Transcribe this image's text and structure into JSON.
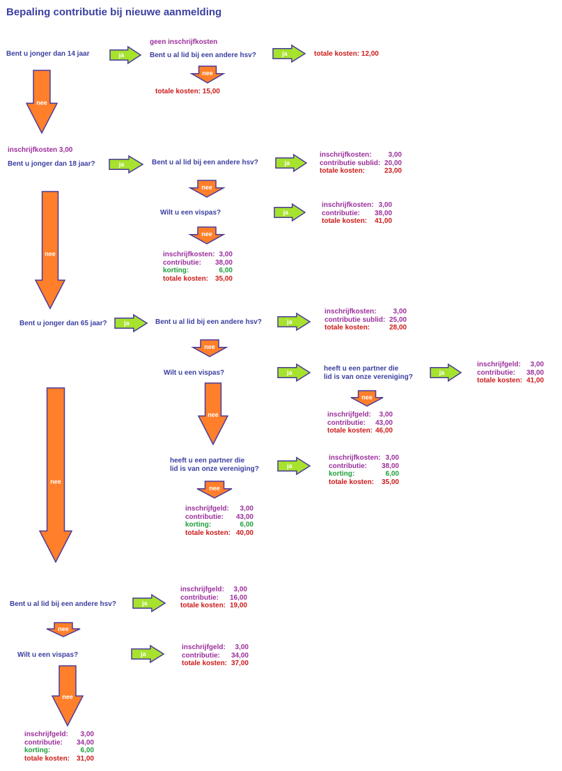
{
  "title": "Bepaling contributie bij nieuwe aanmelding",
  "labels": {
    "ja": "ja",
    "nee": "nee"
  },
  "colors": {
    "arrow_ja": "#a6e22e",
    "arrow_nee": "#ff7f2a",
    "arrow_stroke": "#4a3a9a",
    "question": "#3b3fa0",
    "purple": "#9b2f9b",
    "red": "#cc1a1a",
    "green": "#1f9e3c"
  },
  "s1": {
    "q1": "Bent u jonger dan 14 jaar",
    "note": "geen inschrijfkosten",
    "q2": "Bent u al lid bij een andere hsv?",
    "ja_total": "totale kosten: 12,00",
    "nee_total": "totale kosten: 15,00"
  },
  "s2": {
    "note": "inschrijfkosten 3,00",
    "q1": "Bent u jonger dan 18 jaar?",
    "q2": "Bent u al lid bij een andere hsv?",
    "q3": "Wilt u een vispas?",
    "b1": [
      {
        "label": "inschrijfkosten:",
        "value": "3,00",
        "color": "purple"
      },
      {
        "label": "contributie sublid:",
        "value": "20,00",
        "color": "purple"
      },
      {
        "label": "totale kosten:",
        "value": "23,00",
        "color": "red"
      }
    ],
    "b2": [
      {
        "label": "inschrijfkosten:",
        "value": "3,00",
        "color": "purple"
      },
      {
        "label": "contributie:",
        "value": "38,00",
        "color": "purple"
      },
      {
        "label": "totale kosten:",
        "value": "41,00",
        "color": "red"
      }
    ],
    "b3": [
      {
        "label": "inschrijfkosten:",
        "value": "3,00",
        "color": "purple"
      },
      {
        "label": "contributie:",
        "value": "38,00",
        "color": "purple"
      },
      {
        "label": "korting:",
        "value": "6,00",
        "color": "green"
      },
      {
        "label": "totale kosten:",
        "value": "35,00",
        "color": "red"
      }
    ]
  },
  "s3": {
    "q1": "Bent u jonger dan 65 jaar?",
    "q2": "Bent u al lid bij een andere hsv?",
    "q3": "Wilt u een vispas?",
    "q4_line1": "heeft u een partner die",
    "q4_line2": "lid is van onze vereniging?",
    "q5_line1": "heeft u een partner die",
    "q5_line2": "lid is van onze vereniging?",
    "b1": [
      {
        "label": "inschrijfkosten:",
        "value": "3,00",
        "color": "purple"
      },
      {
        "label": "contributie sublid:",
        "value": "25,00",
        "color": "purple"
      },
      {
        "label": "totale kosten:",
        "value": "28,00",
        "color": "red"
      }
    ],
    "b2": [
      {
        "label": "inschrijfgeld:",
        "value": "3,00",
        "color": "purple"
      },
      {
        "label": "contributie:",
        "value": "38,00",
        "color": "purple"
      },
      {
        "label": "totale kosten:",
        "value": "41,00",
        "color": "red"
      }
    ],
    "b3": [
      {
        "label": "inschrijfgeld:",
        "value": "3,00",
        "color": "purple"
      },
      {
        "label": "contributie:",
        "value": "43,00",
        "color": "purple"
      },
      {
        "label": "totale kosten:",
        "value": "46,00",
        "color": "red"
      }
    ],
    "b4": [
      {
        "label": "inschrijfkosten:",
        "value": "3,00",
        "color": "purple"
      },
      {
        "label": "contributie:",
        "value": "38,00",
        "color": "purple"
      },
      {
        "label": "korting:",
        "value": "6,00",
        "color": "green"
      },
      {
        "label": "totale kosten:",
        "value": "35,00",
        "color": "red"
      }
    ],
    "b5": [
      {
        "label": "inschrijfgeld:",
        "value": "3,00",
        "color": "purple"
      },
      {
        "label": "contributie:",
        "value": "43,00",
        "color": "purple"
      },
      {
        "label": "korting:",
        "value": "6,00",
        "color": "green"
      },
      {
        "label": "totale kosten:",
        "value": "40,00",
        "color": "red"
      }
    ]
  },
  "s4": {
    "q1": "Bent u al lid bij een andere hsv?",
    "q2": "Wilt u een vispas?",
    "b1": [
      {
        "label": "inschrijfgeld:",
        "value": "3,00",
        "color": "purple"
      },
      {
        "label": "contributie:",
        "value": "16,00",
        "color": "purple"
      },
      {
        "label": "totale kosten:",
        "value": "19,00",
        "color": "red"
      }
    ],
    "b2": [
      {
        "label": "inschrijfgeld:",
        "value": "3,00",
        "color": "purple"
      },
      {
        "label": "contributie:",
        "value": "34,00",
        "color": "purple"
      },
      {
        "label": "totale kosten:",
        "value": "37,00",
        "color": "red"
      }
    ],
    "b3": [
      {
        "label": "inschrijfgeld:",
        "value": "3,00",
        "color": "purple"
      },
      {
        "label": "contributie:",
        "value": "34,00",
        "color": "purple"
      },
      {
        "label": "korting:",
        "value": "6,00",
        "color": "green"
      },
      {
        "label": "totale kosten:",
        "value": "31,00",
        "color": "red"
      }
    ]
  }
}
